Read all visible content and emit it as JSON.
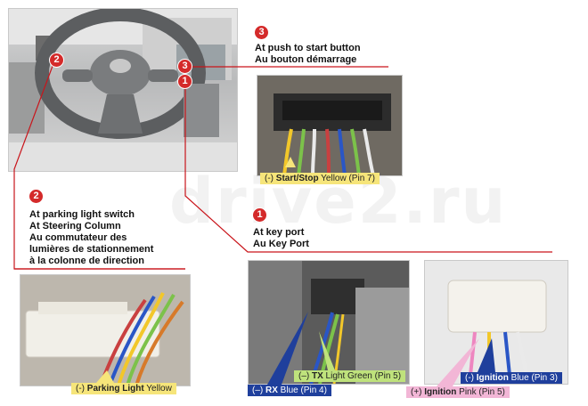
{
  "watermark": "drive2.ru",
  "callouts": {
    "push_start": {
      "number": "3",
      "line1": "At push to start button",
      "line2": "Au bouton démarrage"
    },
    "parking_light": {
      "number": "2",
      "line1": "At parking light switch",
      "line2": "At Steering Column",
      "line3": "Au commutateur des",
      "line4": "lumières de stationnement",
      "line5": "à la colonne de direction"
    },
    "key_port": {
      "number": "1",
      "line1": "At key port",
      "line2": "Au Key Port"
    }
  },
  "dash_markers": {
    "m2": "2",
    "m3": "3",
    "m1": "1"
  },
  "wire_tags": {
    "start_stop": {
      "pre": "(-) ",
      "bold": "Start/Stop",
      "post": " Yellow (Pin 7)",
      "bg": "#f6e57a"
    },
    "parking": {
      "pre": "(-) ",
      "bold": "Parking Light",
      "post": " Yellow",
      "bg": "#f6e57a"
    },
    "tx": {
      "pre": "(–) ",
      "bold": "TX",
      "post": " Light Green (Pin 5)",
      "bg": "#bfe27c"
    },
    "rx": {
      "pre": "(–) ",
      "bold": "RX",
      "post": " Blue (Pin 4)",
      "bg": "#1f3f9c"
    },
    "ignition_pink": {
      "pre": "(+) ",
      "bold": "Ignition",
      "post": " Pink (Pin 5)",
      "bg": "#f2b6d6"
    },
    "ignition_blue": {
      "pre": "(-) ",
      "bold": "Ignition",
      "post": " Blue (Pin 3)",
      "bg": "#1f3f9c"
    }
  },
  "colors": {
    "callout_red": "#c9151b",
    "yellow_wire": "#f2c72a",
    "green_wire": "#7cc24a",
    "blue_wire": "#2a56c6",
    "pink_wire": "#ee86c0"
  }
}
